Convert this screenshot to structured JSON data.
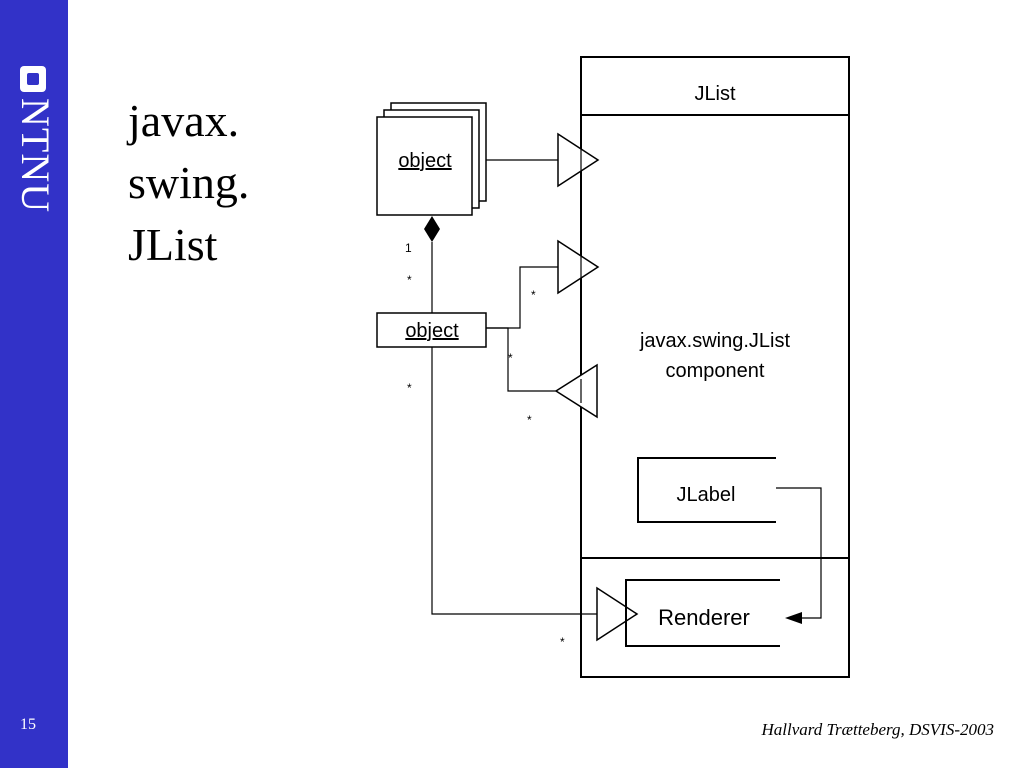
{
  "sidebar": {
    "logo_text": "NTNU",
    "slide_number": "15",
    "color": "#3232c8"
  },
  "title": [
    "javax.",
    "swing.",
    "JList"
  ],
  "footer": "Hallvard Trætteberg, DSVIS-2003",
  "diagram": {
    "jlist_label": "JList",
    "component_label": [
      "javax.swing.JList",
      "component"
    ],
    "object_stack_label": "object",
    "object_label": "object",
    "jlabel_label": "JLabel",
    "renderer_label": "Renderer",
    "multiplicities": {
      "composition_one": "1",
      "composition_many": "*",
      "upper_right_link": "*",
      "object_right": "*",
      "lower_right_link": "*",
      "object_down": "*",
      "renderer_link": "*"
    }
  }
}
